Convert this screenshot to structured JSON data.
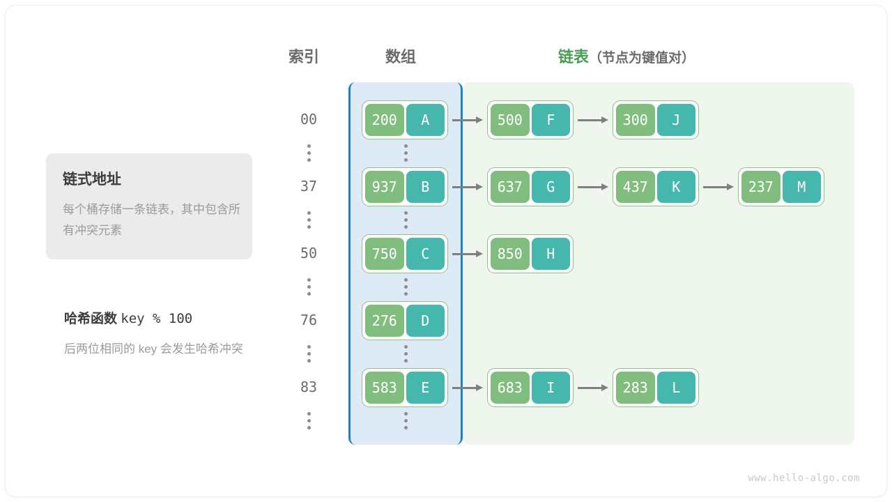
{
  "headings": {
    "index": "索引",
    "array": "数组",
    "list": "链表",
    "list_sub": "（节点为键值对）"
  },
  "info_card": {
    "title": "链式地址",
    "body": "每个桶存储一条链表，其中包含所有冲突元素"
  },
  "hash_note": {
    "title_cn": "哈希函数",
    "title_code": "key % 100",
    "body": "后两位相同的 key 会发生哈希冲突"
  },
  "colors": {
    "key_box": "#82bd80",
    "value_box": "#46b7ad",
    "node_border": "#8cc084",
    "array_region_bg": "#deebf7",
    "array_region_border": "#1f7fc4",
    "list_region_bg": "#eef6ee",
    "heading_green": "#4a9e54",
    "heading_gray": "#6b6b6b",
    "arrow": "#808080"
  },
  "rows": [
    {
      "index": "00",
      "bucket": {
        "key": "200",
        "value": "A"
      },
      "chain": [
        {
          "key": "500",
          "value": "F"
        },
        {
          "key": "300",
          "value": "J"
        }
      ]
    },
    {
      "index": "37",
      "bucket": {
        "key": "937",
        "value": "B"
      },
      "chain": [
        {
          "key": "637",
          "value": "G"
        },
        {
          "key": "437",
          "value": "K"
        },
        {
          "key": "237",
          "value": "M"
        }
      ]
    },
    {
      "index": "50",
      "bucket": {
        "key": "750",
        "value": "C"
      },
      "chain": [
        {
          "key": "850",
          "value": "H"
        }
      ]
    },
    {
      "index": "76",
      "bucket": {
        "key": "276",
        "value": "D"
      },
      "chain": []
    },
    {
      "index": "83",
      "bucket": {
        "key": "583",
        "value": "E"
      },
      "chain": [
        {
          "key": "683",
          "value": "I"
        },
        {
          "key": "283",
          "value": "L"
        }
      ]
    }
  ],
  "ellipsis_rows": 6,
  "watermark": "www.hello-algo.com"
}
